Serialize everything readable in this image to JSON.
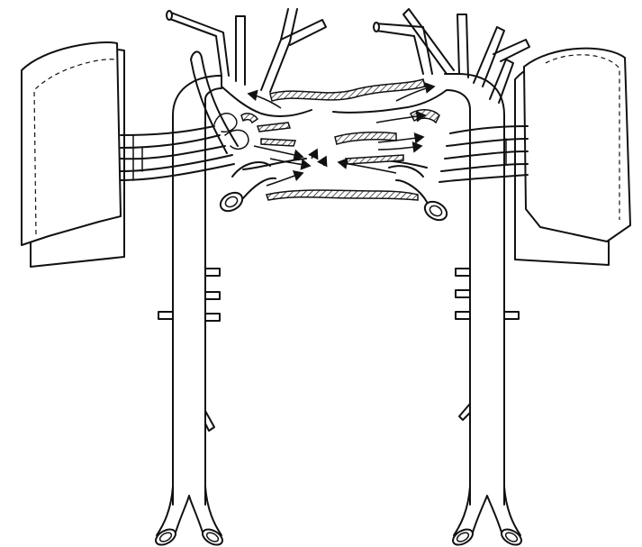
{
  "figure": {
    "type": "anatomical-line-drawing",
    "colors": {
      "ink": "#111111",
      "paper": "#ffffff"
    },
    "panels": [
      "left-circulation",
      "right-circulation"
    ],
    "features": [
      "left-lung",
      "right-lung",
      "left-aorta",
      "right-aorta",
      "upper-connection-vessel",
      "lower-connection-vessel",
      "flow-arrows"
    ]
  }
}
